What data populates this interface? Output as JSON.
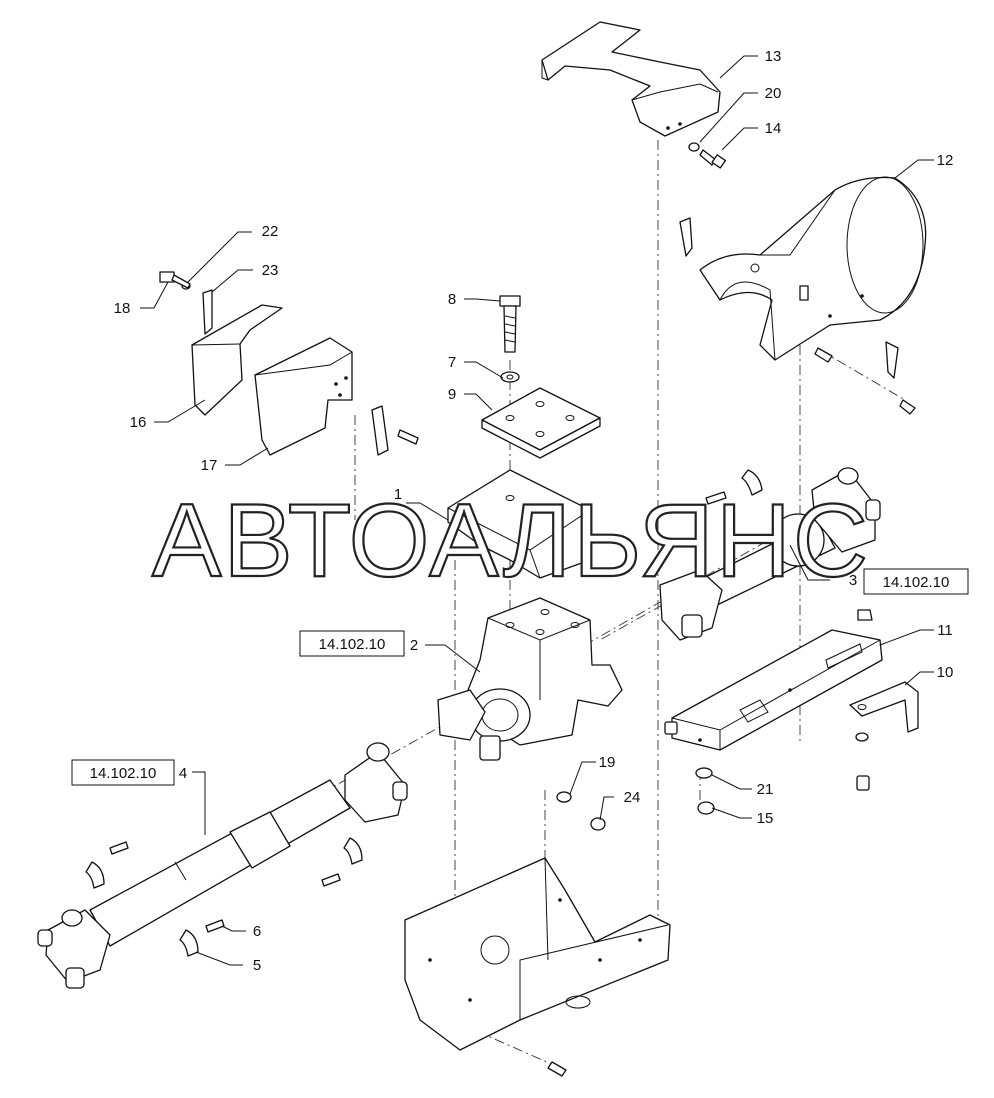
{
  "diagram": {
    "watermark": "АВТОАЛЬЯНС",
    "callouts": [
      "1",
      "2",
      "3",
      "4",
      "5",
      "6",
      "7",
      "8",
      "9",
      "10",
      "11",
      "12",
      "13",
      "14",
      "15",
      "16",
      "17",
      "18",
      "19",
      "20",
      "21",
      "22",
      "23",
      "24"
    ],
    "reference_boxes": {
      "part_2": "14.102.10",
      "part_3": "14.102.10",
      "part_4": "14.102.10"
    }
  }
}
